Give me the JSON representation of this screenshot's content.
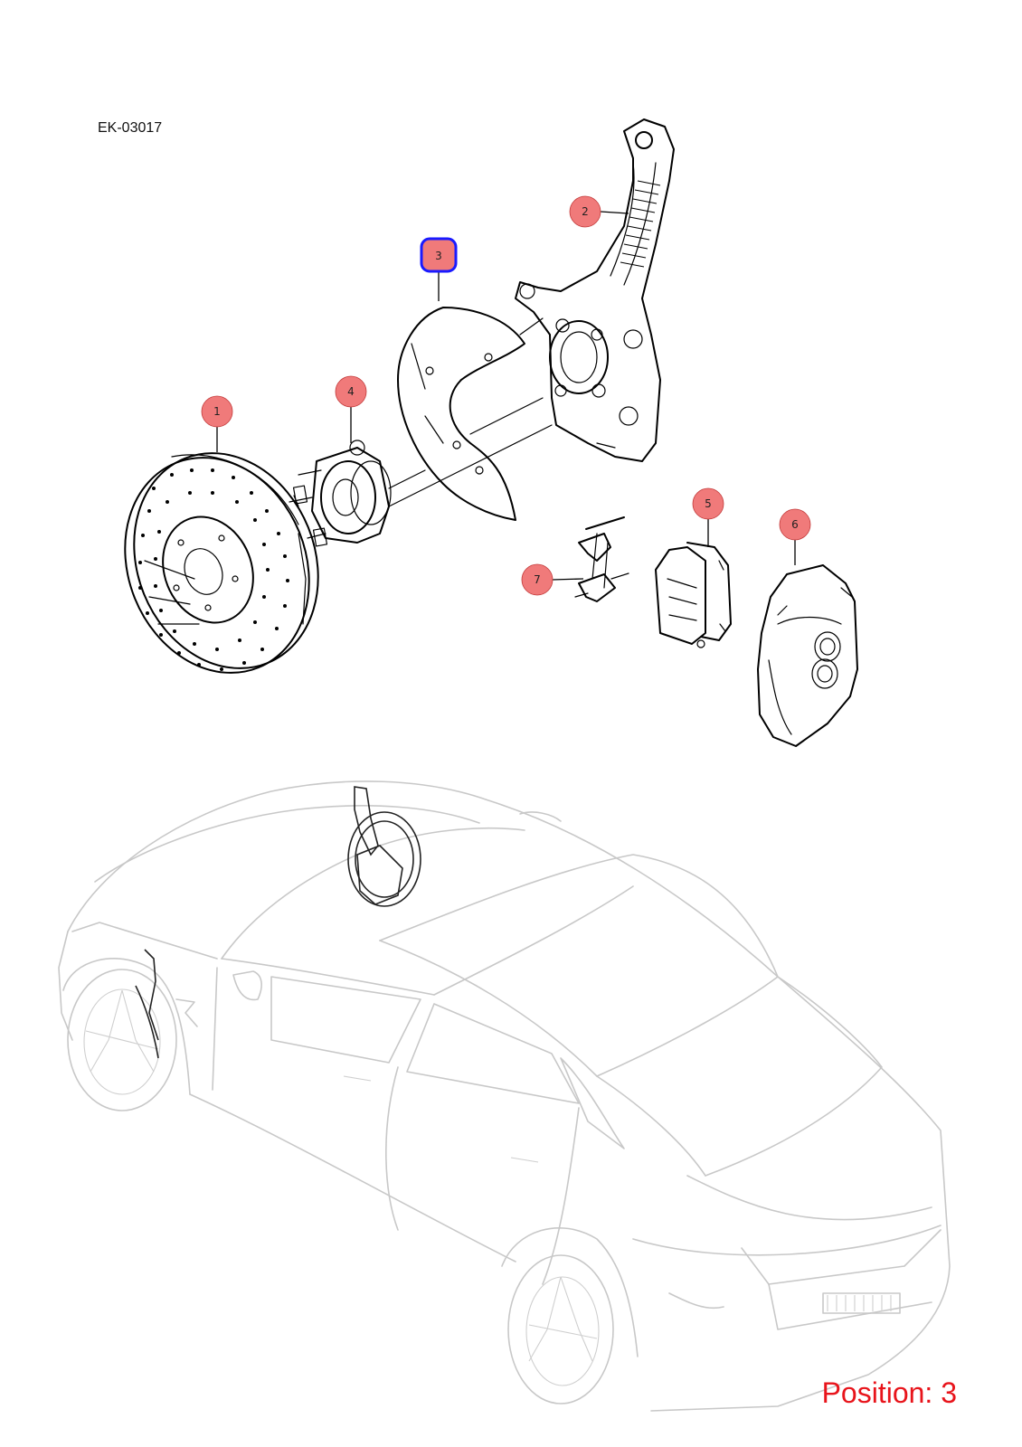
{
  "diagram": {
    "doc_code": "EK-03017",
    "position_label": "Position: 3",
    "highlight_color": "#1a1aff",
    "callout_fill": "#f07a7a",
    "position_color": "#e8141b",
    "callouts": [
      {
        "id": "1",
        "label": "1",
        "part": "brake-disc",
        "selected": false
      },
      {
        "id": "2",
        "label": "2",
        "part": "steering-knuckle",
        "selected": false
      },
      {
        "id": "3",
        "label": "3",
        "part": "brake-dust-shield",
        "selected": true
      },
      {
        "id": "4",
        "label": "4",
        "part": "wheel-hub-bearing",
        "selected": false
      },
      {
        "id": "5",
        "label": "5",
        "part": "brake-pads",
        "selected": false
      },
      {
        "id": "6",
        "label": "6",
        "part": "brake-caliper",
        "selected": false
      },
      {
        "id": "7",
        "label": "7",
        "part": "pad-retaining-spring",
        "selected": false
      }
    ]
  }
}
